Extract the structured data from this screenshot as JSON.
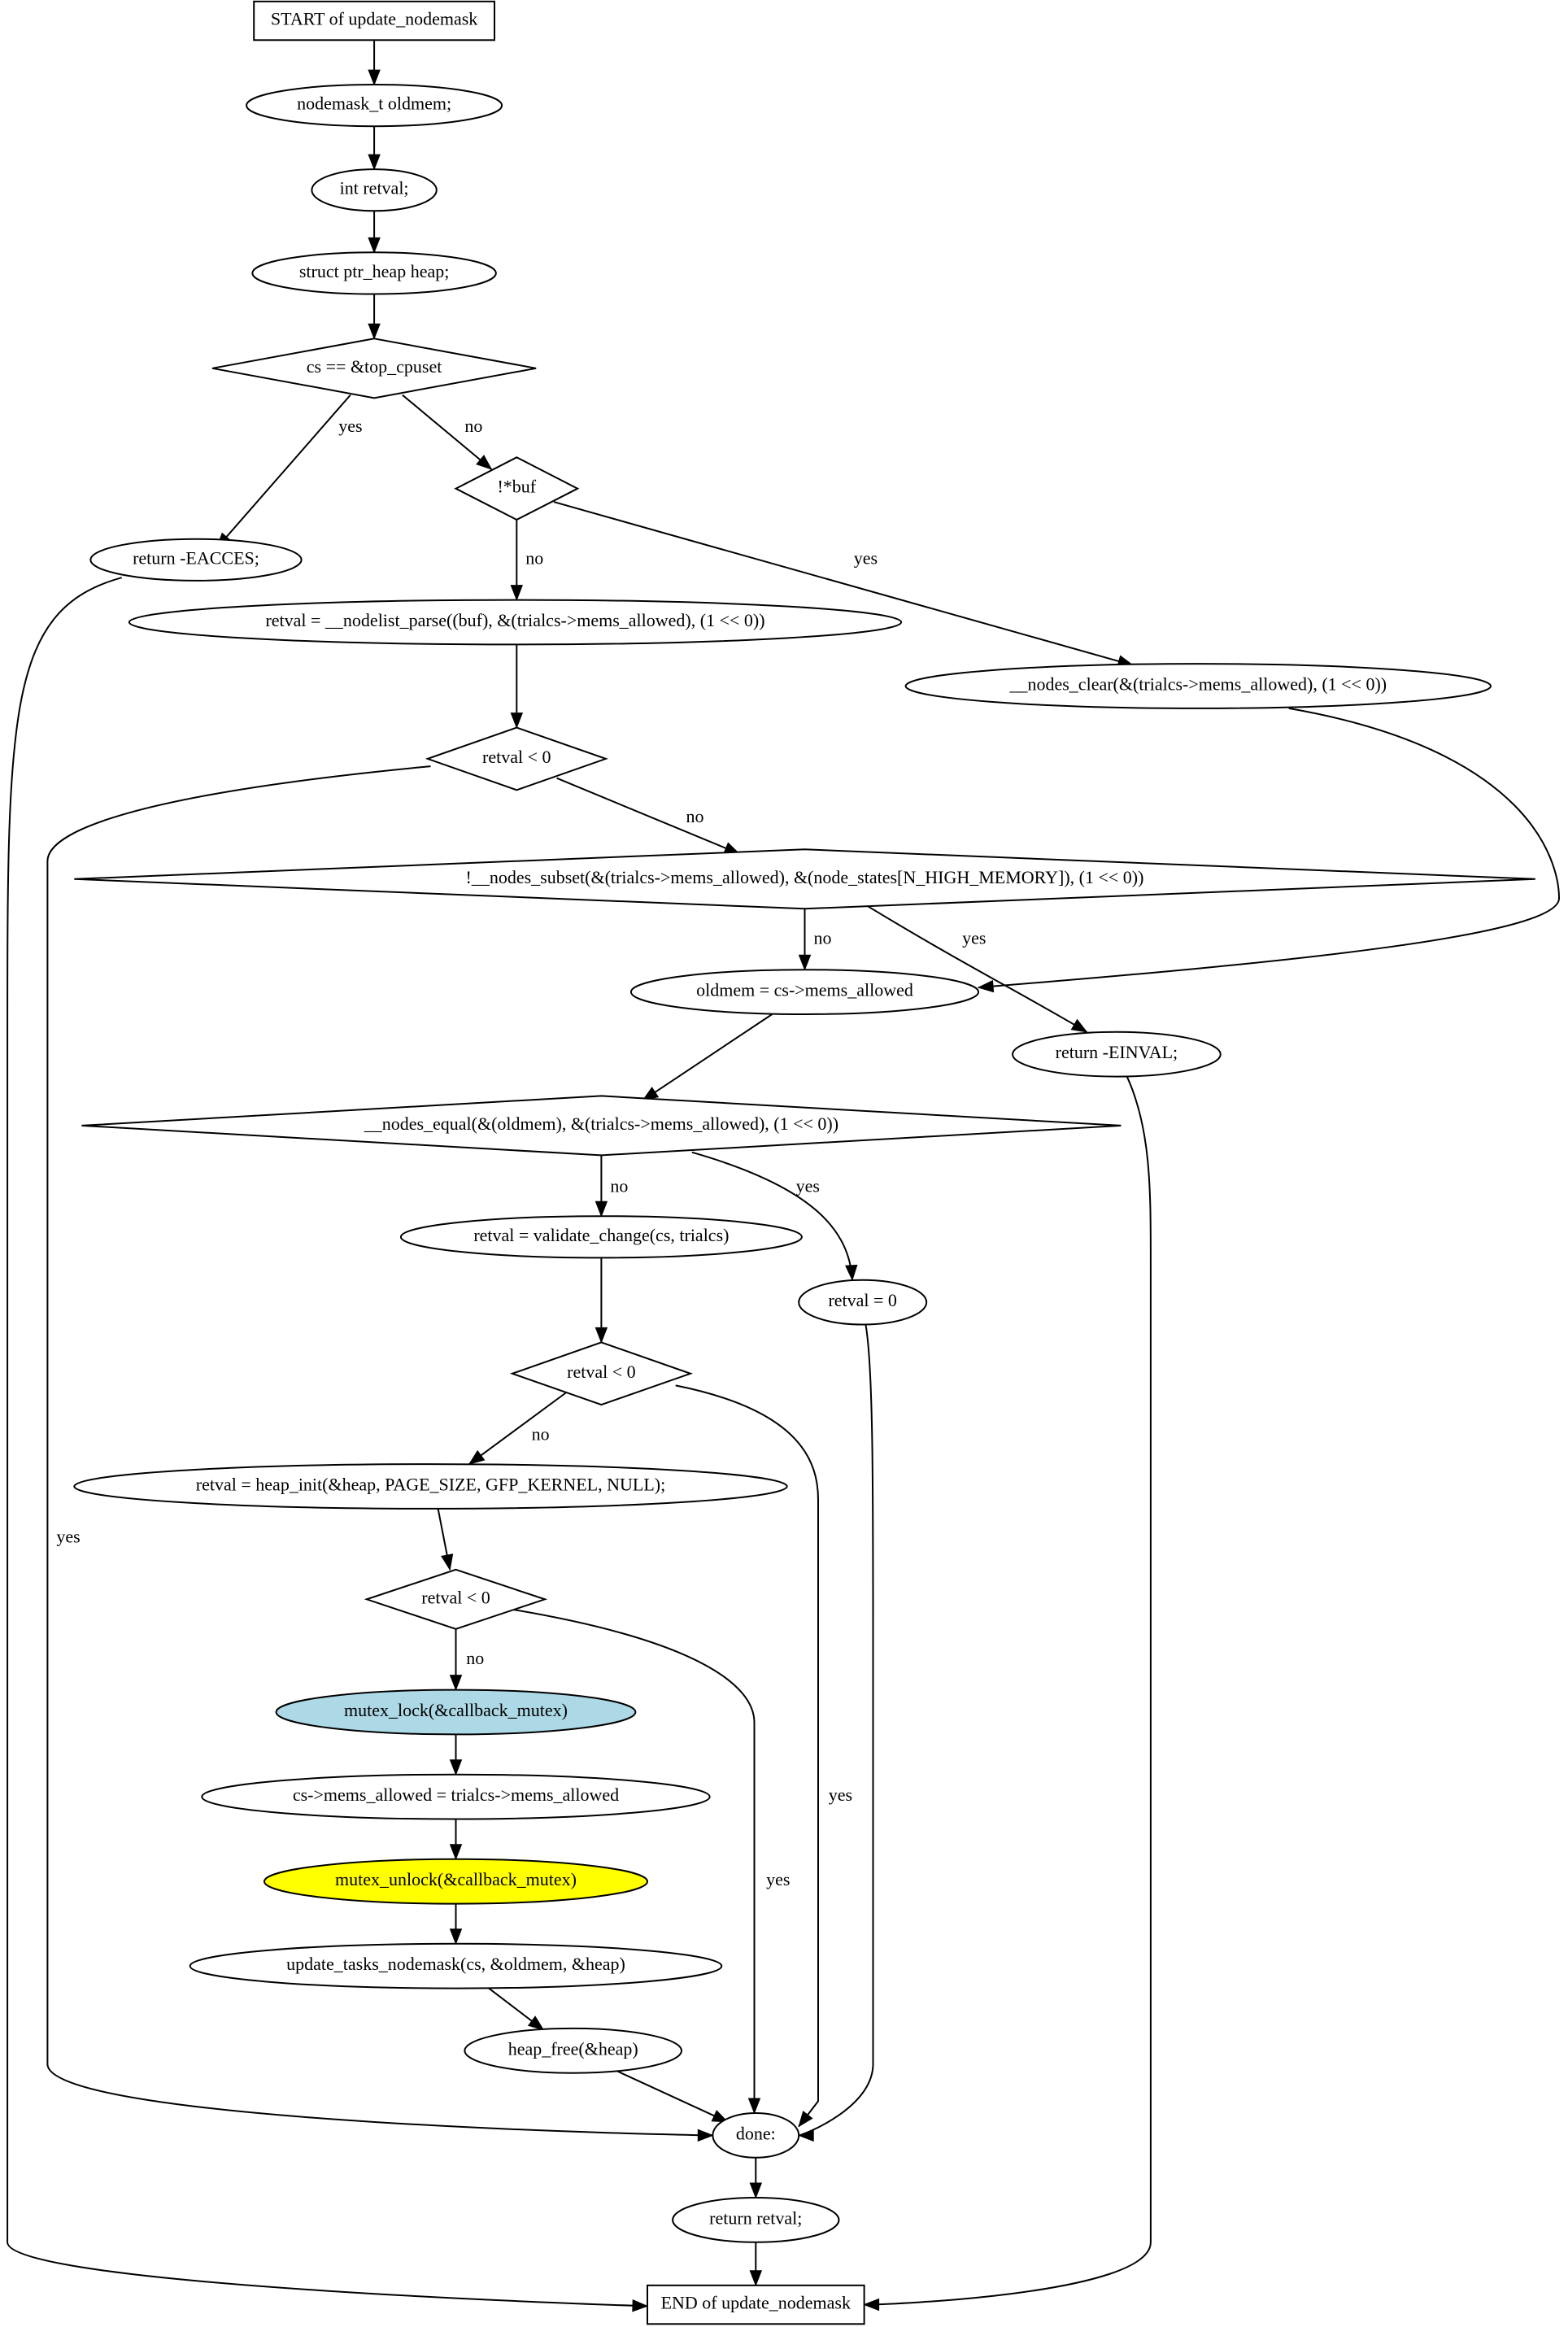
{
  "nodes": {
    "start": {
      "label": "START of update_nodemask",
      "shape": "box",
      "fill": "#ffffff"
    },
    "oldmem_decl": {
      "label": "nodemask_t oldmem;",
      "shape": "ellipse",
      "fill": "#ffffff"
    },
    "retval_decl": {
      "label": "int retval;",
      "shape": "ellipse",
      "fill": "#ffffff"
    },
    "heap_decl": {
      "label": "struct ptr_heap heap;",
      "shape": "ellipse",
      "fill": "#ffffff"
    },
    "cond_top_cpuset": {
      "label": "cs == &top_cpuset",
      "shape": "diamond",
      "fill": "#ffffff"
    },
    "cond_buf": {
      "label": "!*buf",
      "shape": "diamond",
      "fill": "#ffffff"
    },
    "return_eacces": {
      "label": "return -EACCES;",
      "shape": "ellipse",
      "fill": "#ffffff"
    },
    "nodelist_parse": {
      "label": "retval = __nodelist_parse((buf), &(trialcs->mems_allowed), (1 << 0))",
      "shape": "ellipse",
      "fill": "#ffffff"
    },
    "nodes_clear": {
      "label": "__nodes_clear(&(trialcs->mems_allowed), (1 << 0))",
      "shape": "ellipse",
      "fill": "#ffffff"
    },
    "cond_retval_1": {
      "label": "retval < 0",
      "shape": "diamond",
      "fill": "#ffffff"
    },
    "cond_nodes_subset": {
      "label": "!__nodes_subset(&(trialcs->mems_allowed), &(node_states[N_HIGH_MEMORY]), (1 << 0))",
      "shape": "diamond",
      "fill": "#ffffff"
    },
    "oldmem_assign": {
      "label": "oldmem = cs->mems_allowed",
      "shape": "ellipse",
      "fill": "#ffffff"
    },
    "return_einval": {
      "label": "return -EINVAL;",
      "shape": "ellipse",
      "fill": "#ffffff"
    },
    "cond_nodes_equal": {
      "label": "__nodes_equal(&(oldmem), &(trialcs->mems_allowed), (1 << 0))",
      "shape": "diamond",
      "fill": "#ffffff"
    },
    "validate_change": {
      "label": "retval = validate_change(cs, trialcs)",
      "shape": "ellipse",
      "fill": "#ffffff"
    },
    "retval_zero": {
      "label": "retval = 0",
      "shape": "ellipse",
      "fill": "#ffffff"
    },
    "cond_retval_2": {
      "label": "retval < 0",
      "shape": "diamond",
      "fill": "#ffffff"
    },
    "heap_init": {
      "label": "retval = heap_init(&heap, PAGE_SIZE, GFP_KERNEL, NULL);",
      "shape": "ellipse",
      "fill": "#ffffff"
    },
    "cond_retval_3": {
      "label": "retval < 0",
      "shape": "diamond",
      "fill": "#ffffff"
    },
    "mutex_lock": {
      "label": "mutex_lock(&callback_mutex)",
      "shape": "ellipse",
      "fill": "#add8e6"
    },
    "mems_allowed_assign": {
      "label": "cs->mems_allowed = trialcs->mems_allowed",
      "shape": "ellipse",
      "fill": "#ffffff"
    },
    "mutex_unlock": {
      "label": "mutex_unlock(&callback_mutex)",
      "shape": "ellipse",
      "fill": "#ffff00"
    },
    "update_tasks": {
      "label": "update_tasks_nodemask(cs, &oldmem, &heap)",
      "shape": "ellipse",
      "fill": "#ffffff"
    },
    "heap_free": {
      "label": "heap_free(&heap)",
      "shape": "ellipse",
      "fill": "#ffffff"
    },
    "done": {
      "label": "done:",
      "shape": "ellipse",
      "fill": "#ffffff"
    },
    "return_retval": {
      "label": "return retval;",
      "shape": "ellipse",
      "fill": "#ffffff"
    },
    "end": {
      "label": "END of update_nodemask",
      "shape": "box",
      "fill": "#ffffff"
    }
  },
  "edges": [
    {
      "from": "start",
      "to": "oldmem_decl",
      "label": ""
    },
    {
      "from": "oldmem_decl",
      "to": "retval_decl",
      "label": ""
    },
    {
      "from": "retval_decl",
      "to": "heap_decl",
      "label": ""
    },
    {
      "from": "heap_decl",
      "to": "cond_top_cpuset",
      "label": ""
    },
    {
      "from": "cond_top_cpuset",
      "to": "return_eacces",
      "label": "yes"
    },
    {
      "from": "cond_top_cpuset",
      "to": "cond_buf",
      "label": "no"
    },
    {
      "from": "cond_buf",
      "to": "nodelist_parse",
      "label": "no"
    },
    {
      "from": "cond_buf",
      "to": "nodes_clear",
      "label": "yes"
    },
    {
      "from": "return_eacces",
      "to": "end",
      "label": ""
    },
    {
      "from": "nodelist_parse",
      "to": "cond_retval_1",
      "label": ""
    },
    {
      "from": "nodes_clear",
      "to": "oldmem_assign",
      "label": ""
    },
    {
      "from": "cond_retval_1",
      "to": "cond_nodes_subset",
      "label": "no"
    },
    {
      "from": "cond_retval_1",
      "to": "done",
      "label": "yes"
    },
    {
      "from": "cond_nodes_subset",
      "to": "oldmem_assign",
      "label": "no"
    },
    {
      "from": "cond_nodes_subset",
      "to": "return_einval",
      "label": "yes"
    },
    {
      "from": "oldmem_assign",
      "to": "cond_nodes_equal",
      "label": ""
    },
    {
      "from": "return_einval",
      "to": "end",
      "label": ""
    },
    {
      "from": "cond_nodes_equal",
      "to": "validate_change",
      "label": "no"
    },
    {
      "from": "cond_nodes_equal",
      "to": "retval_zero",
      "label": "yes"
    },
    {
      "from": "validate_change",
      "to": "cond_retval_2",
      "label": ""
    },
    {
      "from": "retval_zero",
      "to": "done",
      "label": ""
    },
    {
      "from": "cond_retval_2",
      "to": "heap_init",
      "label": "no"
    },
    {
      "from": "cond_retval_2",
      "to": "done",
      "label": "yes"
    },
    {
      "from": "heap_init",
      "to": "cond_retval_3",
      "label": ""
    },
    {
      "from": "cond_retval_3",
      "to": "mutex_lock",
      "label": "no"
    },
    {
      "from": "cond_retval_3",
      "to": "done",
      "label": "yes"
    },
    {
      "from": "mutex_lock",
      "to": "mems_allowed_assign",
      "label": ""
    },
    {
      "from": "mems_allowed_assign",
      "to": "mutex_unlock",
      "label": ""
    },
    {
      "from": "mutex_unlock",
      "to": "update_tasks",
      "label": ""
    },
    {
      "from": "update_tasks",
      "to": "heap_free",
      "label": ""
    },
    {
      "from": "heap_free",
      "to": "done",
      "label": ""
    },
    {
      "from": "done",
      "to": "return_retval",
      "label": ""
    },
    {
      "from": "return_retval",
      "to": "end",
      "label": ""
    }
  ]
}
